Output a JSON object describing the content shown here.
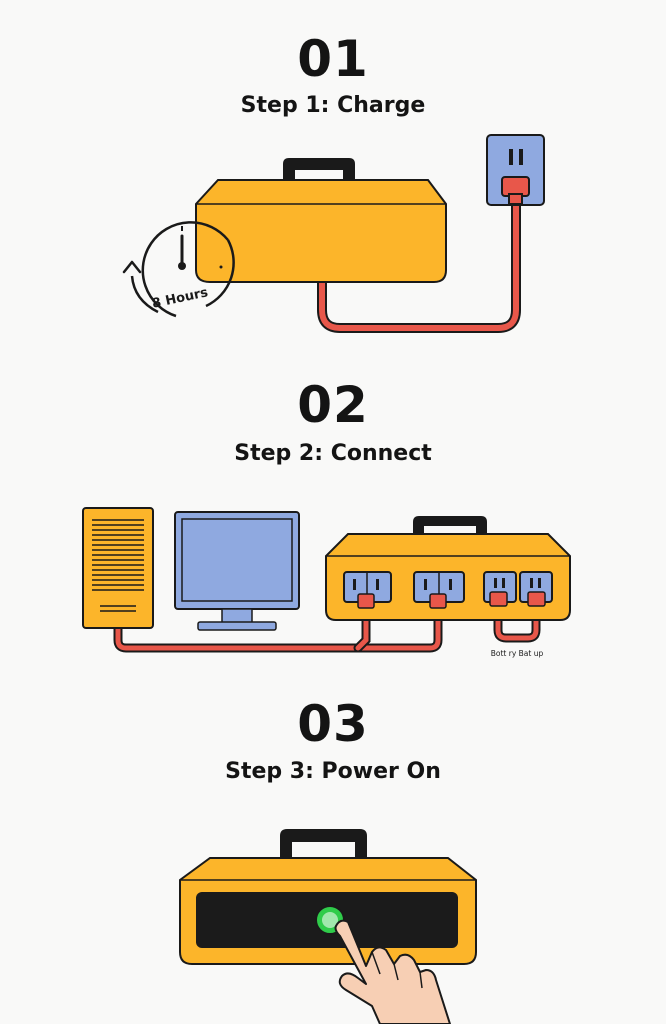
{
  "steps": [
    {
      "number": "01",
      "title": "Step 1: Charge"
    },
    {
      "number": "02",
      "title": "Step 2: Connect"
    },
    {
      "number": "03",
      "title": "Step 3: Power On"
    }
  ],
  "timer": {
    "label": "8 Hours"
  },
  "backup_label": "Bott ry Bat up",
  "colors": {
    "battery": "#fcb52a",
    "outline": "#1a1a1a",
    "cable": "#e8574a",
    "outlet": "#8fa9e0",
    "power_button": "#2fcc4a",
    "panel": "#1b1b1b",
    "skin": "#f7cfb4"
  }
}
